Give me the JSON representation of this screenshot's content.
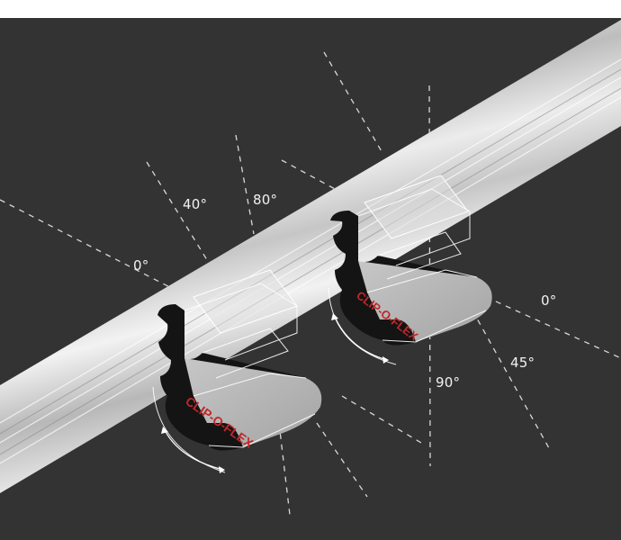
{
  "figure": {
    "background_color": "#333333",
    "rail_color": "#d9d9d9",
    "clip_body_color": "#141414",
    "brand_text_color": "#c0282a",
    "annotation_color": "#e6e6e6"
  },
  "clips": [
    {
      "brand": "CLIP-O-FLEX"
    },
    {
      "brand": "CLIP-O-FLEX"
    }
  ],
  "angles": {
    "left_clip": [
      "0°",
      "40°",
      "80°"
    ],
    "right_clip": [
      "0°",
      "45°",
      "90°"
    ]
  }
}
